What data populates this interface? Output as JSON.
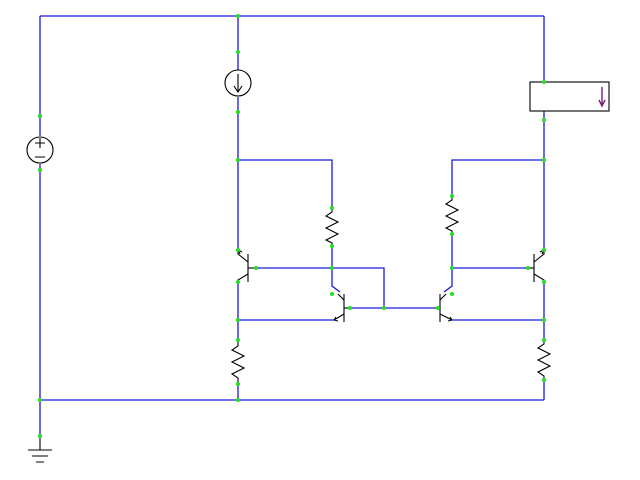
{
  "colors": {
    "background": "#ffffff",
    "wire": "#1a1adb",
    "component": "#000000",
    "junction": "#22dd22",
    "ammeter_arrow": "#7a1a7a"
  },
  "components": [
    {
      "id": "voltage-source",
      "kind": "voltage-source-icon"
    },
    {
      "id": "current-source",
      "kind": "current-source-icon"
    },
    {
      "id": "current-meter",
      "kind": "ammeter-icon"
    },
    {
      "id": "ground",
      "kind": "ground-icon"
    },
    {
      "id": "left-collector-resistor",
      "kind": "resistor-icon"
    },
    {
      "id": "right-collector-resistor",
      "kind": "resistor-icon"
    },
    {
      "id": "left-emitter-resistor",
      "kind": "resistor-icon"
    },
    {
      "id": "right-emitter-resistor",
      "kind": "resistor-icon"
    },
    {
      "id": "left-outer-transistor",
      "kind": "npn-transistor-icon"
    },
    {
      "id": "left-inner-transistor",
      "kind": "npn-transistor-icon"
    },
    {
      "id": "right-inner-transistor",
      "kind": "npn-transistor-icon"
    },
    {
      "id": "right-outer-transistor",
      "kind": "npn-transistor-icon"
    }
  ]
}
